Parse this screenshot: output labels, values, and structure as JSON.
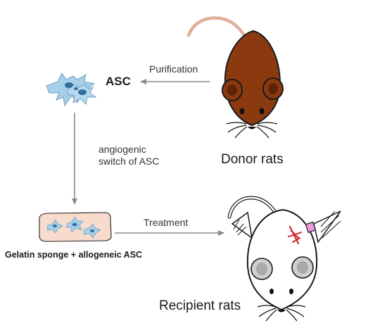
{
  "nodes": {
    "asc": "ASC",
    "donor": "Donor rats",
    "recipient": "Recipient rats",
    "sponge": "Gelatin sponge + allogeneic ASC"
  },
  "edges": {
    "purification": "Purification",
    "treatment": "Treatment",
    "switch_line1": "angiogenic",
    "switch_line2": "switch of ASC"
  },
  "colors": {
    "donor_fur": "#8b3a0f",
    "recipient_fur": "#ffffff",
    "cells": "#a8cfe8",
    "sponge": "#f7dccd",
    "arrow": "#8a8a8a",
    "incision": "#d2232a",
    "implant": "#e79bd8"
  },
  "icons": [
    "donor-rat-icon",
    "recipient-rat-icon",
    "stem-cells-icon",
    "gelatin-sponge-icon"
  ]
}
